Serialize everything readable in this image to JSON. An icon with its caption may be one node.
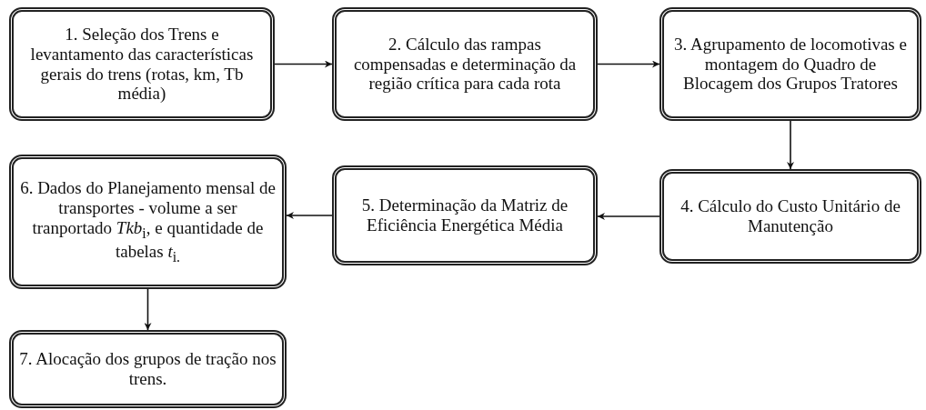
{
  "diagram": {
    "nodes": [
      {
        "text": [
          "1. Seleção dos Trens e levantamento das características gerais do trens (rotas, km, Tb média)"
        ]
      },
      {
        "text": [
          "2. Cálculo das rampas compensadas e determinação da região crítica para cada rota"
        ]
      },
      {
        "text": [
          "3. Agrupamento de locomotivas e montagem do Quadro de Blocagem dos Grupos Tratores"
        ]
      },
      {
        "text": [
          "4. Cálculo do Custo Unitário de Manutenção"
        ]
      },
      {
        "text": [
          "5. Determinação da Matriz de Eficiência Energética Média"
        ]
      },
      {
        "text": [
          "6. Dados do Planejamento mensal de transportes - volume a ser tranportado *Tkb*$_{i}$, e quantidade de tabelas *t*$_{i.}$"
        ]
      },
      {
        "text": [
          "7. Alocação dos grupos de tração nos trens."
        ]
      }
    ],
    "edges": [
      {
        "from": 0,
        "to": 1,
        "arrow": "to"
      },
      {
        "from": 1,
        "to": 2,
        "arrow": "to"
      },
      {
        "from": 2,
        "to": 3,
        "arrow": "to"
      },
      {
        "from": 3,
        "to": 4,
        "arrow": "to"
      },
      {
        "from": 4,
        "to": 5,
        "arrow": "to"
      },
      {
        "from": 5,
        "to": 6,
        "arrow": "to"
      }
    ]
  }
}
